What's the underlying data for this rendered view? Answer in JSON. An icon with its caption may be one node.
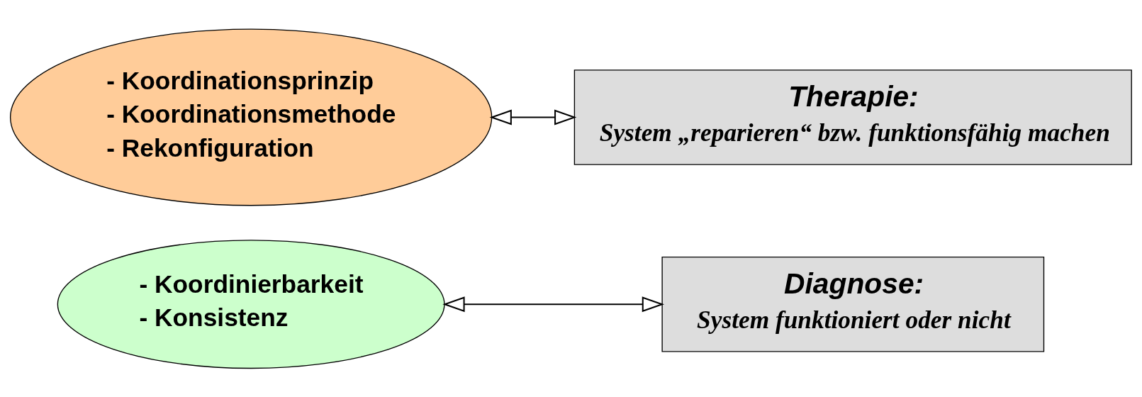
{
  "diagram": {
    "nodes": [
      {
        "text": [
          "- Koordinierbarkeit",
          "- Konsistenz"
        ]
      },
      {
        "text": [
          "Diagnose:",
          "System funktioniert oder nicht"
        ]
      },
      {
        "text": [
          "- Koordinationsprinzip",
          "- Koordinationsmethode",
          "- Rekonfiguration"
        ]
      },
      {
        "text": [
          "Therapie:",
          "System „reparieren“ bzw. funktionsfähig machen"
        ]
      }
    ],
    "edges": [
      {
        "from": 0,
        "to": 1,
        "arrow": "both"
      },
      {
        "from": 2,
        "to": 3,
        "arrow": "both"
      }
    ]
  }
}
